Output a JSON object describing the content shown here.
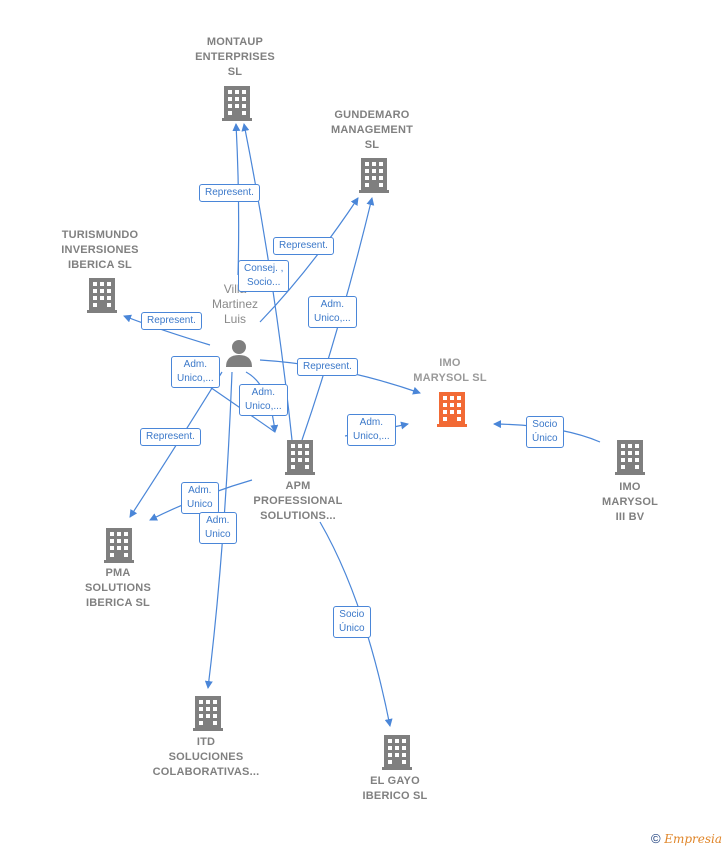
{
  "colors": {
    "edge": "#4a86d8",
    "building": "#7f7f7f",
    "focus_building": "#f26a35",
    "person": "#7f7f7f"
  },
  "nodes": {
    "montaup": {
      "lines": [
        "MONTAUP",
        "ENTERPRISES",
        "SL"
      ],
      "icon": "building-icon"
    },
    "gundemaro": {
      "lines": [
        "GUNDEMARO",
        "MANAGEMENT",
        "SL"
      ],
      "icon": "building-icon"
    },
    "turismundo": {
      "lines": [
        "TURISMUNDO",
        "INVERSIONES",
        "IBERICA  SL"
      ],
      "icon": "building-icon"
    },
    "person": {
      "lines": [
        "Villa",
        "Martinez",
        "Luis"
      ],
      "icon": "person-icon"
    },
    "imo_marysol": {
      "lines": [
        "IMO",
        "MARYSOL  SL"
      ],
      "icon": "building-icon"
    },
    "imo_marysol_iii": {
      "lines": [
        "IMO",
        "MARYSOL",
        "III BV"
      ],
      "icon": "building-icon"
    },
    "apm": {
      "lines": [
        "APM",
        "PROFESSIONAL",
        "SOLUTIONS..."
      ],
      "icon": "building-icon"
    },
    "pma": {
      "lines": [
        "PMA",
        "SOLUTIONS",
        "IBERICA  SL"
      ],
      "icon": "building-icon"
    },
    "itd": {
      "lines": [
        "ITD",
        "SOLUCIONES",
        "COLABORATIVAS..."
      ],
      "icon": "building-icon"
    },
    "el_gayo": {
      "lines": [
        "EL GAYO",
        "IBERICO  SL"
      ],
      "icon": "building-icon"
    }
  },
  "edge_labels": [
    {
      "id": "e1",
      "lines": [
        "Represent."
      ]
    },
    {
      "id": "e2",
      "lines": [
        "Represent."
      ]
    },
    {
      "id": "e3",
      "lines": [
        "Consej. ,",
        "Socio..."
      ]
    },
    {
      "id": "e4",
      "lines": [
        "Adm.",
        "Unico,..."
      ]
    },
    {
      "id": "e5",
      "lines": [
        "Represent."
      ]
    },
    {
      "id": "e6",
      "lines": [
        "Adm.",
        "Unico,..."
      ]
    },
    {
      "id": "e7",
      "lines": [
        "Represent."
      ]
    },
    {
      "id": "e8",
      "lines": [
        "Adm.",
        "Unico,..."
      ]
    },
    {
      "id": "e9",
      "lines": [
        "Adm.",
        "Unico,..."
      ]
    },
    {
      "id": "e10",
      "lines": [
        "Socio",
        "Único"
      ]
    },
    {
      "id": "e11",
      "lines": [
        "Represent."
      ]
    },
    {
      "id": "e12",
      "lines": [
        "Adm.",
        "Unico"
      ]
    },
    {
      "id": "e13",
      "lines": [
        "Adm.",
        "Unico"
      ]
    },
    {
      "id": "e14",
      "lines": [
        "Socio",
        "Único"
      ]
    }
  ],
  "footer": {
    "symbol": "©",
    "brand": "Empresia"
  }
}
